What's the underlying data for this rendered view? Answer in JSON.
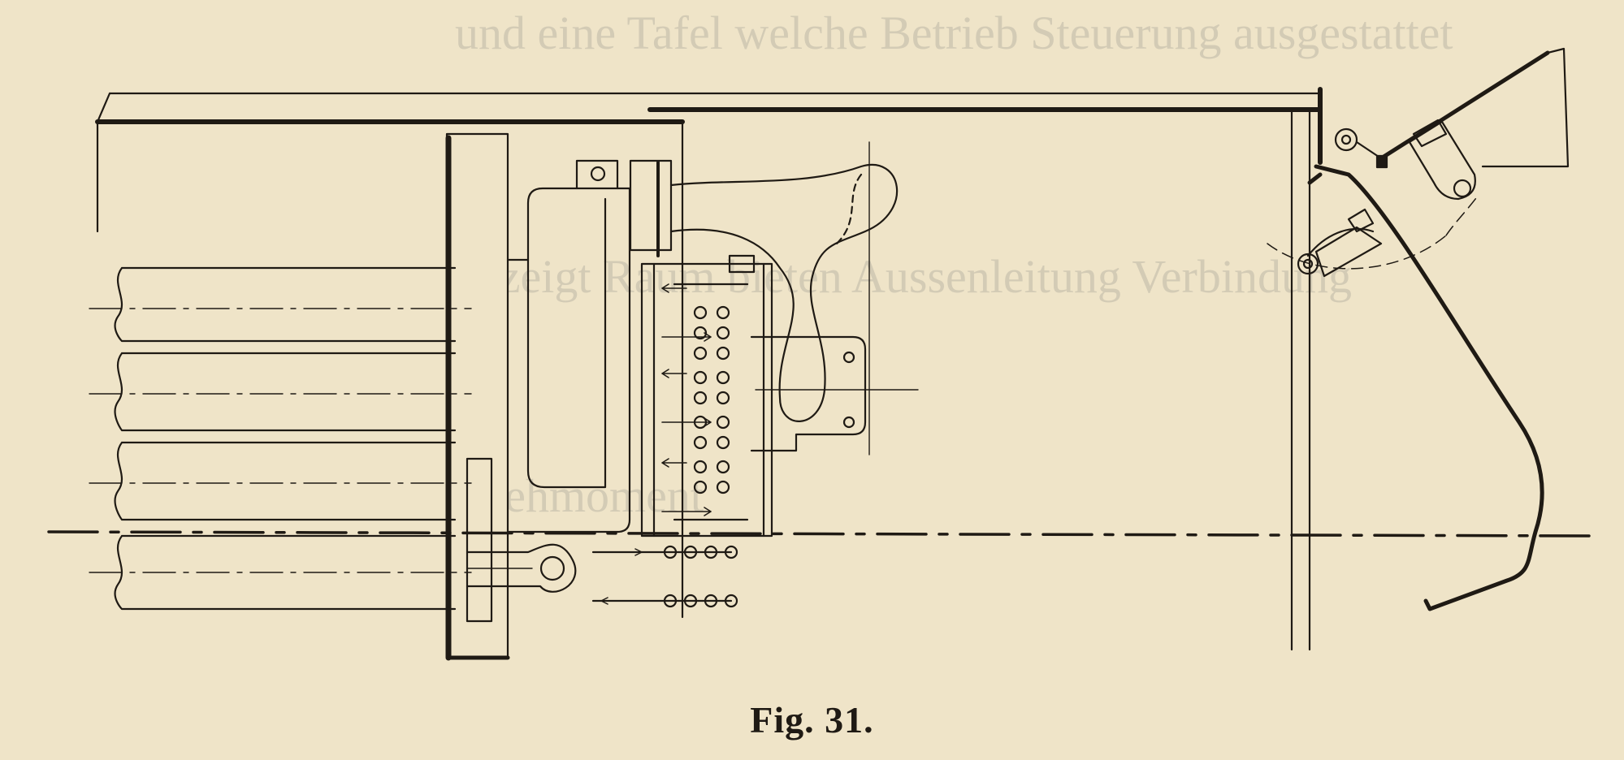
{
  "figure": {
    "caption": "Fig. 31."
  },
  "colors": {
    "paper": "#efe4c8",
    "ink": "#1f1a14",
    "bleed_through": "#b9b3a3"
  },
  "bleed_through_text": [
    "und  eine  Tafel  welche  Betrieb  Steuerung  ausgestattet",
    "gezeigt  Raum  bieten  Aussenleitung  Verbindung",
    "Drehmoment"
  ]
}
